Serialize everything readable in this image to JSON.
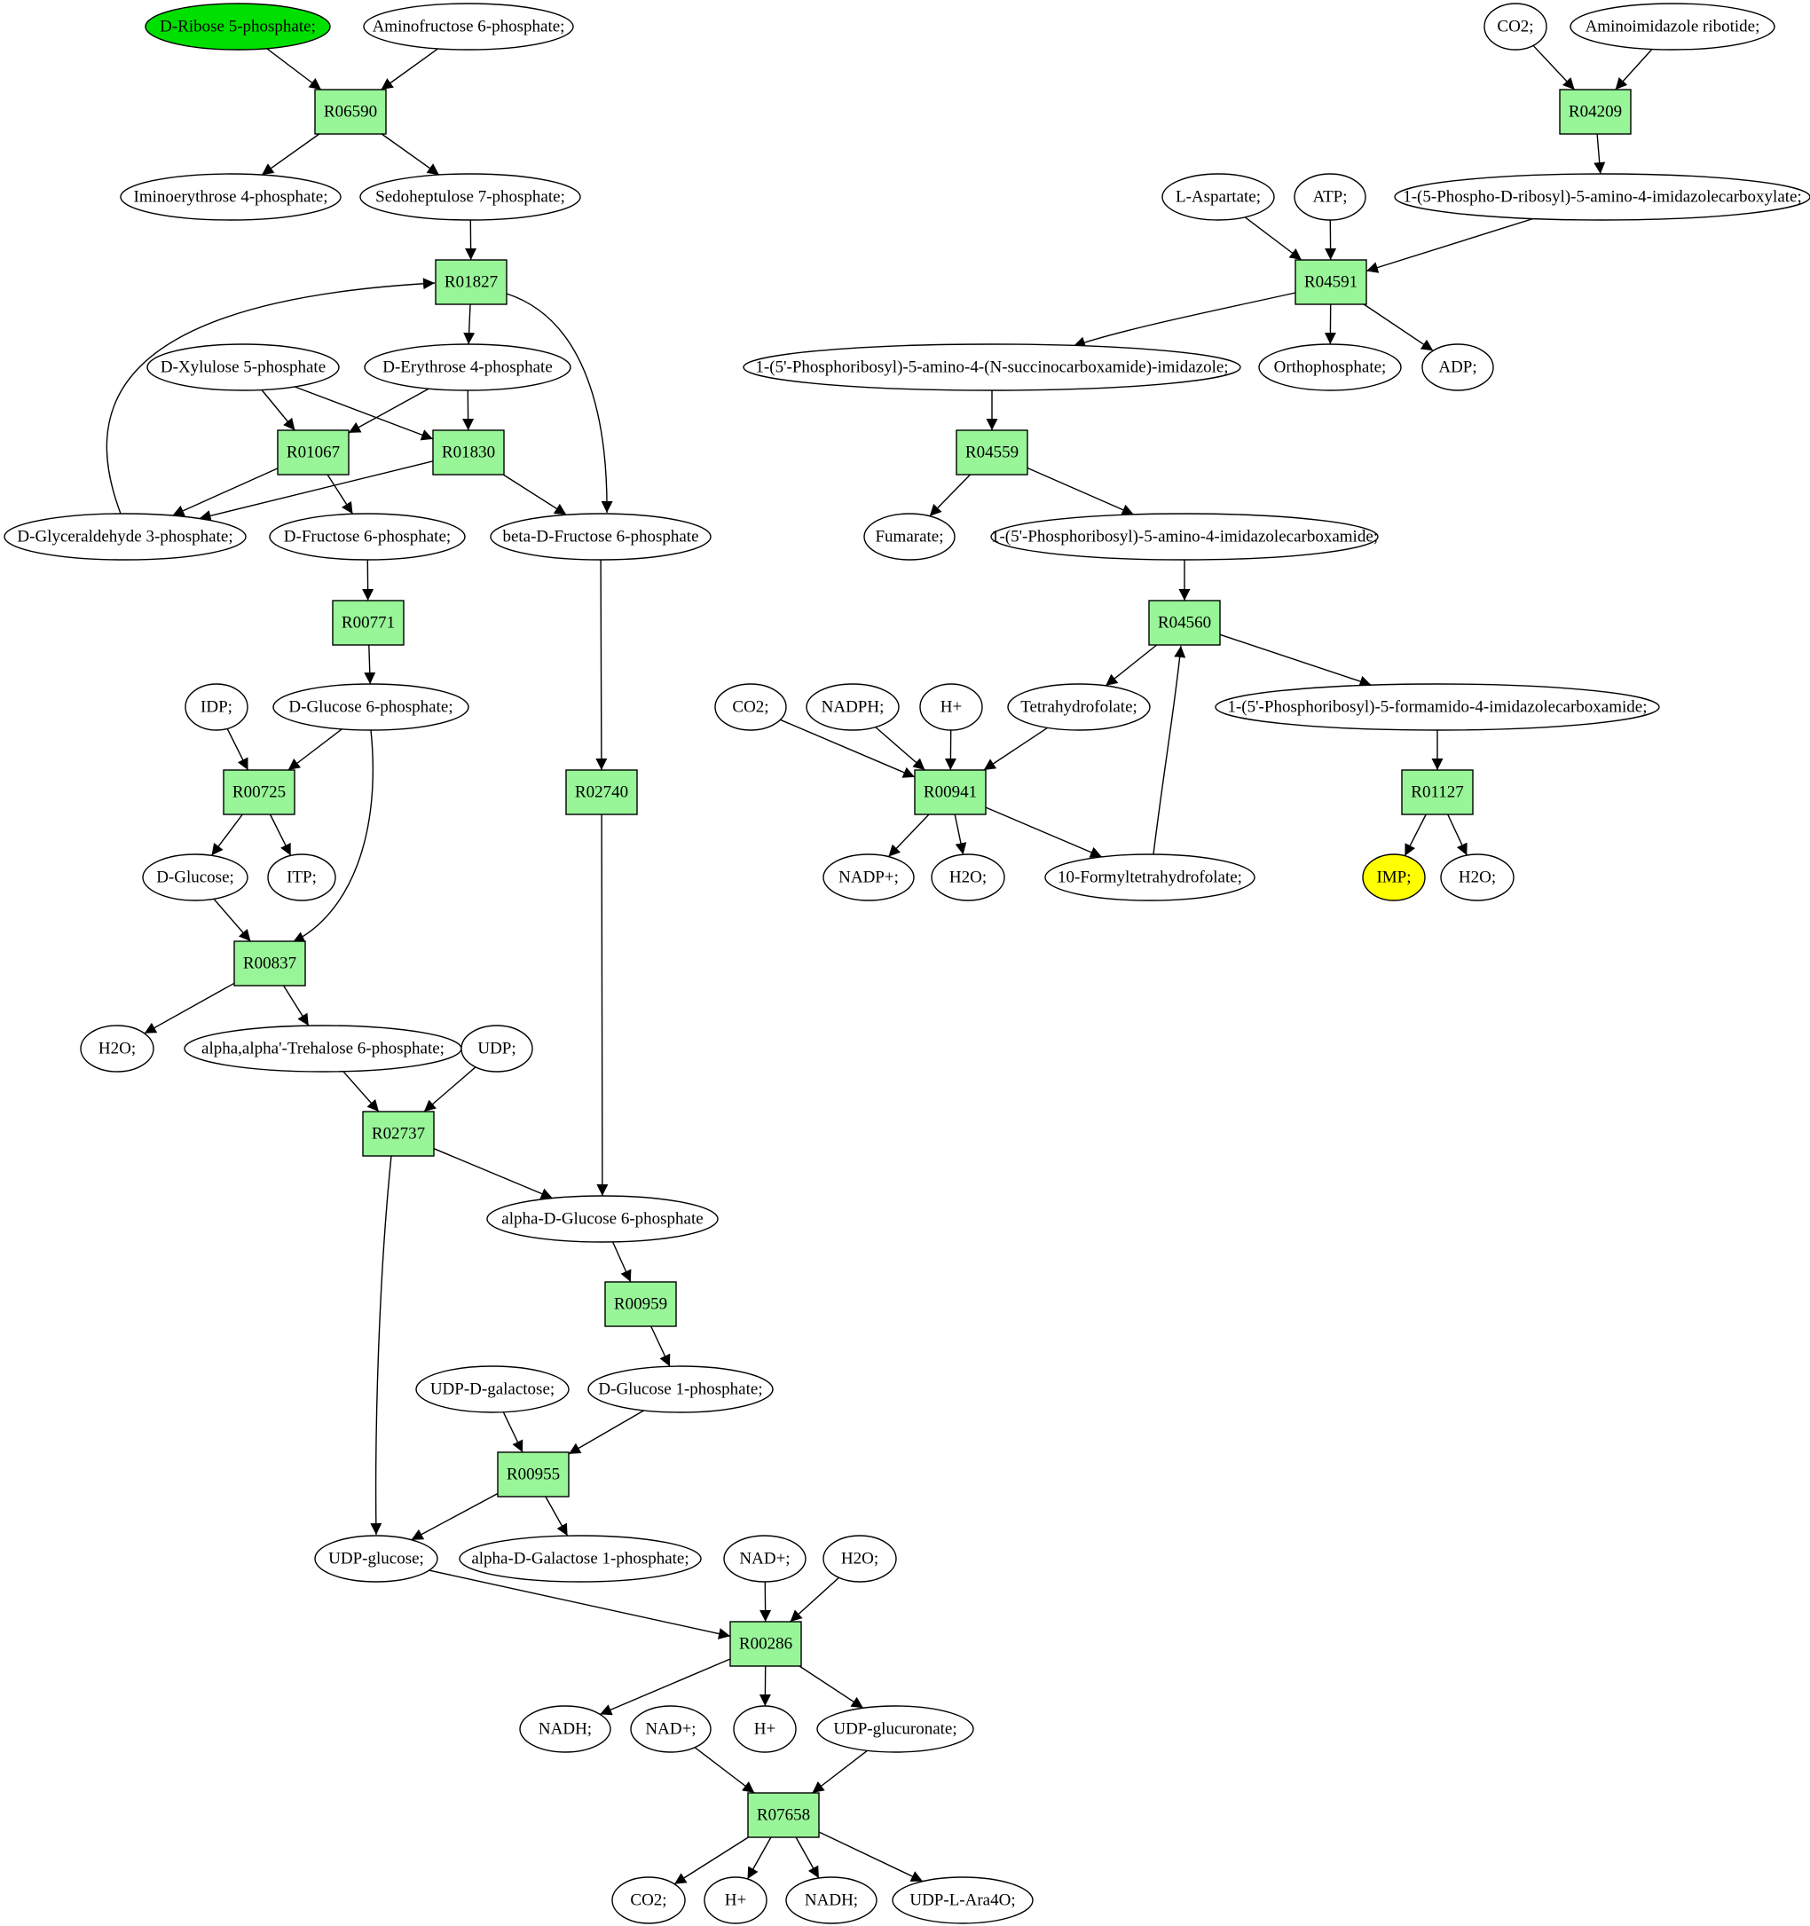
{
  "colors": {
    "start_node": "#00e000",
    "target_node": "#ffff00",
    "reaction": "#98f598"
  },
  "compounds": [
    {
      "id": "ribose5p",
      "label": "D-Ribose 5-phosphate;",
      "role": "start"
    },
    {
      "id": "aminofructose6p",
      "label": "Aminofructose 6-phosphate;"
    },
    {
      "id": "iminoerythrose4p",
      "label": "Iminoerythrose 4-phosphate;"
    },
    {
      "id": "sedoheptulose7p",
      "label": "Sedoheptulose 7-phosphate;"
    },
    {
      "id": "xylulose5p",
      "label": "D-Xylulose 5-phosphate"
    },
    {
      "id": "erythrose4p",
      "label": "D-Erythrose 4-phosphate"
    },
    {
      "id": "glyceraldehyde3p",
      "label": "D-Glyceraldehyde 3-phosphate;"
    },
    {
      "id": "fructose6p",
      "label": "D-Fructose 6-phosphate;"
    },
    {
      "id": "betafructose6p",
      "label": "beta-D-Fructose 6-phosphate"
    },
    {
      "id": "idp",
      "label": "IDP;"
    },
    {
      "id": "glucose6p",
      "label": "D-Glucose 6-phosphate;"
    },
    {
      "id": "dglucose",
      "label": "D-Glucose;"
    },
    {
      "id": "itp",
      "label": "ITP;"
    },
    {
      "id": "h2o_a",
      "label": "H2O;"
    },
    {
      "id": "trehalose6p",
      "label": "alpha,alpha'-Trehalose 6-phosphate;"
    },
    {
      "id": "udp",
      "label": "UDP;"
    },
    {
      "id": "alphaglucose6p",
      "label": "alpha-D-Glucose 6-phosphate"
    },
    {
      "id": "udpgalactose",
      "label": "UDP-D-galactose;"
    },
    {
      "id": "glucose1p",
      "label": "D-Glucose 1-phosphate;"
    },
    {
      "id": "udpglucose",
      "label": "UDP-glucose;"
    },
    {
      "id": "galactose1p",
      "label": "alpha-D-Galactose 1-phosphate;"
    },
    {
      "id": "nadplus_a",
      "label": "NAD+;"
    },
    {
      "id": "h2o_b",
      "label": "H2O;"
    },
    {
      "id": "nadh_a",
      "label": "NADH;"
    },
    {
      "id": "nadplus_b",
      "label": "NAD+;"
    },
    {
      "id": "hplus_a",
      "label": "H+"
    },
    {
      "id": "udpglucuronate",
      "label": "UDP-glucuronate;"
    },
    {
      "id": "co2_a",
      "label": "CO2;"
    },
    {
      "id": "hplus_b",
      "label": "H+"
    },
    {
      "id": "nadh_b",
      "label": "NADH;"
    },
    {
      "id": "udpara4o",
      "label": "UDP-L-Ara4O;"
    },
    {
      "id": "co2_b",
      "label": "CO2;"
    },
    {
      "id": "air",
      "label": "Aminoimidazole ribotide;"
    },
    {
      "id": "caair",
      "label": "1-(5-Phospho-D-ribosyl)-5-amino-4-imidazolecarboxylate;"
    },
    {
      "id": "laspartate",
      "label": "L-Aspartate;"
    },
    {
      "id": "atp",
      "label": "ATP;"
    },
    {
      "id": "saicar",
      "label": "1-(5'-Phosphoribosyl)-5-amino-4-(N-succinocarboxamide)-imidazole;"
    },
    {
      "id": "orthophosphate",
      "label": "Orthophosphate;"
    },
    {
      "id": "adp",
      "label": "ADP;"
    },
    {
      "id": "fumarate",
      "label": "Fumarate;"
    },
    {
      "id": "aicar",
      "label": "1-(5'-Phosphoribosyl)-5-amino-4-imidazolecarboxamide;"
    },
    {
      "id": "co2_c",
      "label": "CO2;"
    },
    {
      "id": "nadph",
      "label": "NADPH;"
    },
    {
      "id": "hplus_c",
      "label": "H+"
    },
    {
      "id": "thf",
      "label": "Tetrahydrofolate;"
    },
    {
      "id": "faicar",
      "label": "1-(5'-Phosphoribosyl)-5-formamido-4-imidazolecarboxamide;"
    },
    {
      "id": "nadpplus",
      "label": "NADP+;"
    },
    {
      "id": "h2o_c",
      "label": "H2O;"
    },
    {
      "id": "formylthf",
      "label": "10-Formyltetrahydrofolate;"
    },
    {
      "id": "imp",
      "label": "IMP;",
      "role": "target"
    },
    {
      "id": "h2o_d",
      "label": "H2O;"
    }
  ],
  "reactions": [
    {
      "id": "R06590",
      "label": "R06590"
    },
    {
      "id": "R01827",
      "label": "R01827"
    },
    {
      "id": "R01067",
      "label": "R01067"
    },
    {
      "id": "R01830",
      "label": "R01830"
    },
    {
      "id": "R00771",
      "label": "R00771"
    },
    {
      "id": "R00725",
      "label": "R00725"
    },
    {
      "id": "R02740",
      "label": "R02740"
    },
    {
      "id": "R00837",
      "label": "R00837"
    },
    {
      "id": "R02737",
      "label": "R02737"
    },
    {
      "id": "R00959",
      "label": "R00959"
    },
    {
      "id": "R00955",
      "label": "R00955"
    },
    {
      "id": "R00286",
      "label": "R00286"
    },
    {
      "id": "R07658",
      "label": "R07658"
    },
    {
      "id": "R04209",
      "label": "R04209"
    },
    {
      "id": "R04591",
      "label": "R04591"
    },
    {
      "id": "R04559",
      "label": "R04559"
    },
    {
      "id": "R04560",
      "label": "R04560"
    },
    {
      "id": "R00941",
      "label": "R00941"
    },
    {
      "id": "R01127",
      "label": "R01127"
    }
  ],
  "edges": [
    [
      "ribose5p",
      "R06590"
    ],
    [
      "aminofructose6p",
      "R06590"
    ],
    [
      "R06590",
      "iminoerythrose4p"
    ],
    [
      "R06590",
      "sedoheptulose7p"
    ],
    [
      "sedoheptulose7p",
      "R01827"
    ],
    [
      "glyceraldehyde3p",
      "R01827"
    ],
    [
      "R01827",
      "erythrose4p"
    ],
    [
      "R01827",
      "betafructose6p"
    ],
    [
      "xylulose5p",
      "R01067"
    ],
    [
      "erythrose4p",
      "R01067"
    ],
    [
      "xylulose5p",
      "R01830"
    ],
    [
      "erythrose4p",
      "R01830"
    ],
    [
      "R01067",
      "glyceraldehyde3p"
    ],
    [
      "R01067",
      "fructose6p"
    ],
    [
      "R01830",
      "glyceraldehyde3p"
    ],
    [
      "R01830",
      "betafructose6p"
    ],
    [
      "fructose6p",
      "R00771"
    ],
    [
      "R00771",
      "glucose6p"
    ],
    [
      "idp",
      "R00725"
    ],
    [
      "glucose6p",
      "R00725"
    ],
    [
      "R00725",
      "dglucose"
    ],
    [
      "R00725",
      "itp"
    ],
    [
      "dglucose",
      "R00837"
    ],
    [
      "glucose6p",
      "R00837"
    ],
    [
      "R00837",
      "h2o_a"
    ],
    [
      "R00837",
      "trehalose6p"
    ],
    [
      "betafructose6p",
      "R02740"
    ],
    [
      "R02740",
      "alphaglucose6p"
    ],
    [
      "trehalose6p",
      "R02737"
    ],
    [
      "udp",
      "R02737"
    ],
    [
      "R02737",
      "alphaglucose6p"
    ],
    [
      "R02737",
      "udpglucose"
    ],
    [
      "alphaglucose6p",
      "R00959"
    ],
    [
      "R00959",
      "glucose1p"
    ],
    [
      "udpgalactose",
      "R00955"
    ],
    [
      "glucose1p",
      "R00955"
    ],
    [
      "R00955",
      "udpglucose"
    ],
    [
      "R00955",
      "galactose1p"
    ],
    [
      "udpglucose",
      "R00286"
    ],
    [
      "nadplus_a",
      "R00286"
    ],
    [
      "h2o_b",
      "R00286"
    ],
    [
      "R00286",
      "nadh_a"
    ],
    [
      "R00286",
      "hplus_a"
    ],
    [
      "R00286",
      "udpglucuronate"
    ],
    [
      "nadplus_b",
      "R07658"
    ],
    [
      "udpglucuronate",
      "R07658"
    ],
    [
      "R07658",
      "co2_a"
    ],
    [
      "R07658",
      "hplus_b"
    ],
    [
      "R07658",
      "nadh_b"
    ],
    [
      "R07658",
      "udpara4o"
    ],
    [
      "co2_b",
      "R04209"
    ],
    [
      "air",
      "R04209"
    ],
    [
      "R04209",
      "caair"
    ],
    [
      "laspartate",
      "R04591"
    ],
    [
      "atp",
      "R04591"
    ],
    [
      "caair",
      "R04591"
    ],
    [
      "R04591",
      "saicar"
    ],
    [
      "R04591",
      "orthophosphate"
    ],
    [
      "R04591",
      "adp"
    ],
    [
      "saicar",
      "R04559"
    ],
    [
      "R04559",
      "fumarate"
    ],
    [
      "R04559",
      "aicar"
    ],
    [
      "aicar",
      "R04560"
    ],
    [
      "formylthf",
      "R04560"
    ],
    [
      "R04560",
      "thf"
    ],
    [
      "R04560",
      "faicar"
    ],
    [
      "co2_c",
      "R00941"
    ],
    [
      "nadph",
      "R00941"
    ],
    [
      "hplus_c",
      "R00941"
    ],
    [
      "thf",
      "R00941"
    ],
    [
      "R00941",
      "nadpplus"
    ],
    [
      "R00941",
      "h2o_c"
    ],
    [
      "R00941",
      "formylthf"
    ],
    [
      "faicar",
      "R01127"
    ],
    [
      "R01127",
      "imp"
    ],
    [
      "R01127",
      "h2o_d"
    ]
  ]
}
